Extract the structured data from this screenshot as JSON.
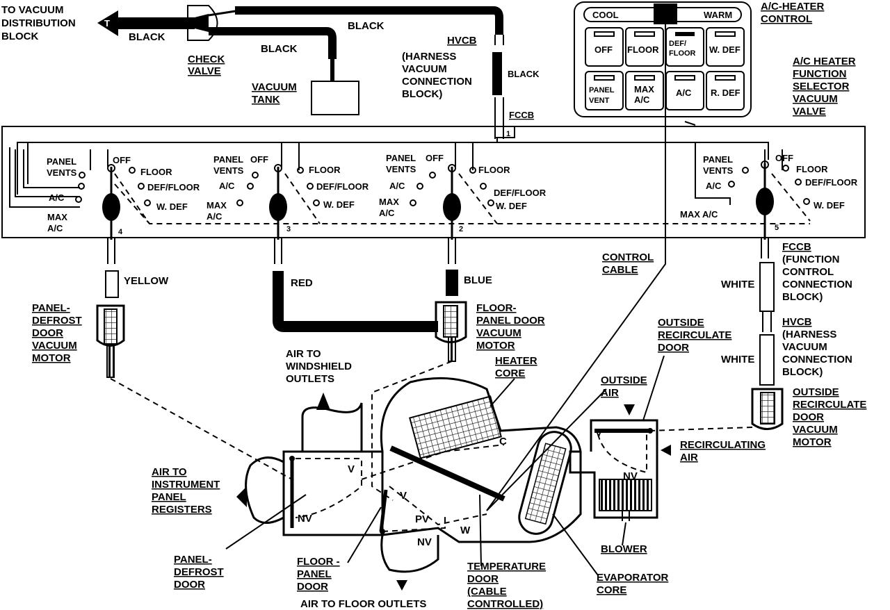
{
  "vacuum_source": {
    "to_block": [
      "TO VACUUM",
      "DISTRIBUTION",
      "BLOCK"
    ],
    "black_1": "BLACK",
    "black_2": "BLACK",
    "black_3": "BLACK",
    "black_4": "BLACK",
    "check_valve": [
      "CHECK",
      "VALVE"
    ],
    "vacuum_tank": [
      "VACUUM",
      "TANK"
    ],
    "tee_mark": "T"
  },
  "hvcb_top": [
    "HVCB",
    "(HARNESS",
    "VACUUM",
    "CONNECTION",
    "BLOCK)"
  ],
  "fccb_top": "FCCB",
  "control_panel": {
    "title": [
      "A/C-HEATER",
      "CONTROL"
    ],
    "cool": "COOL",
    "warm": "WARM",
    "buttons": [
      [
        "OFF"
      ],
      [
        "FLOOR"
      ],
      [
        "DEF/",
        "FLOOR"
      ],
      [
        "W. DEF"
      ],
      [
        "PANEL",
        "VENT"
      ],
      [
        "MAX",
        "A/C"
      ],
      [
        "A/C"
      ],
      [
        "R. DEF"
      ]
    ]
  },
  "selector_valve_label": [
    "A/C HEATER",
    "FUNCTION",
    "SELECTOR",
    "VACUUM",
    "VALVE"
  ],
  "ports": [
    "1",
    "2",
    "3",
    "4",
    "5"
  ],
  "valve_labels": {
    "v4": {
      "panel_vents": [
        "PANEL",
        "VENTS"
      ],
      "off": "OFF",
      "floor": "FLOOR",
      "def_floor": "DEF/FLOOR",
      "w_def": "W. DEF",
      "ac": "A/C",
      "max_ac": [
        "MAX",
        "A/C"
      ]
    },
    "v3": {
      "panel_vents": [
        "PANEL",
        "VENTS"
      ],
      "off": "OFF",
      "floor": "FLOOR",
      "def_floor": "DEF/FLOOR",
      "w_def": "W. DEF",
      "ac": "A/C",
      "max_ac": [
        "MAX",
        "A/C"
      ]
    },
    "v2": {
      "panel_vents": [
        "PANEL",
        "VENTS"
      ],
      "off": "OFF",
      "floor": "FLOOR",
      "def_floor": "DEF/FLOOR",
      "w_def": "W. DEF",
      "ac": "A/C",
      "max_ac": [
        "MAX",
        "A/C"
      ]
    },
    "v5": {
      "panel_vents": [
        "PANEL",
        "VENTS"
      ],
      "off": "OFF",
      "floor": "FLOOR",
      "def_floor": "DEF/FLOOR",
      "w_def": "W. DEF",
      "ac": "A/C",
      "max_ac": "MAX A/C"
    }
  },
  "hoses": {
    "yellow": "YELLOW",
    "red": "RED",
    "blue": "BLUE",
    "white_1": "WHITE",
    "white_2": "WHITE"
  },
  "fccb_right": [
    "FCCB",
    "(FUNCTION",
    "CONTROL",
    "CONNECTION",
    "BLOCK)"
  ],
  "hvcb_right": [
    "HVCB",
    "(HARNESS",
    "VACUUM",
    "CONNECTION",
    "BLOCK)"
  ],
  "control_cable": [
    "CONTROL",
    "CABLE"
  ],
  "motors": {
    "panel_defrost": [
      "PANEL-",
      "DEFROST",
      "DOOR",
      "VACUUM",
      "MOTOR"
    ],
    "floor_panel": [
      "FLOOR-",
      "PANEL DOOR",
      "VACUUM",
      "MOTOR"
    ],
    "outside_recirc": [
      "OUTSIDE",
      "RECIRCULATE",
      "DOOR",
      "VACUUM",
      "MOTOR"
    ]
  },
  "airflow": {
    "windshield": [
      "AIR TO",
      "WINDSHIELD",
      "OUTLETS"
    ],
    "instrument": [
      "AIR TO",
      "INSTRUMENT",
      "PANEL",
      "REGISTERS"
    ],
    "floor": "AIR TO FLOOR OUTLETS",
    "outside_air": [
      "OUTSIDE",
      "AIR"
    ],
    "recirc_air": [
      "RECIRCULATING",
      "AIR"
    ]
  },
  "components": {
    "heater_core": [
      "HEATER",
      "CORE"
    ],
    "outside_recirc_door": [
      "OUTSIDE",
      "RECIRCULATE",
      "DOOR"
    ],
    "panel_defrost_door": [
      "PANEL-",
      "DEFROST",
      "DOOR"
    ],
    "floor_panel_door": [
      "FLOOR -",
      "PANEL",
      "DOOR"
    ],
    "temperature_door": [
      "TEMPERATURE",
      "DOOR",
      "(CABLE",
      "CONTROLLED)"
    ],
    "evaporator_core": [
      "EVAPORATOR",
      "CORE"
    ],
    "blower": "BLOWER"
  },
  "door_marks": {
    "v1": "V",
    "nv1": "NV",
    "v2": "V",
    "pv": "PV",
    "nv2": "NV",
    "w": "W",
    "c": "C",
    "v3": "V",
    "nv3": "NV"
  }
}
